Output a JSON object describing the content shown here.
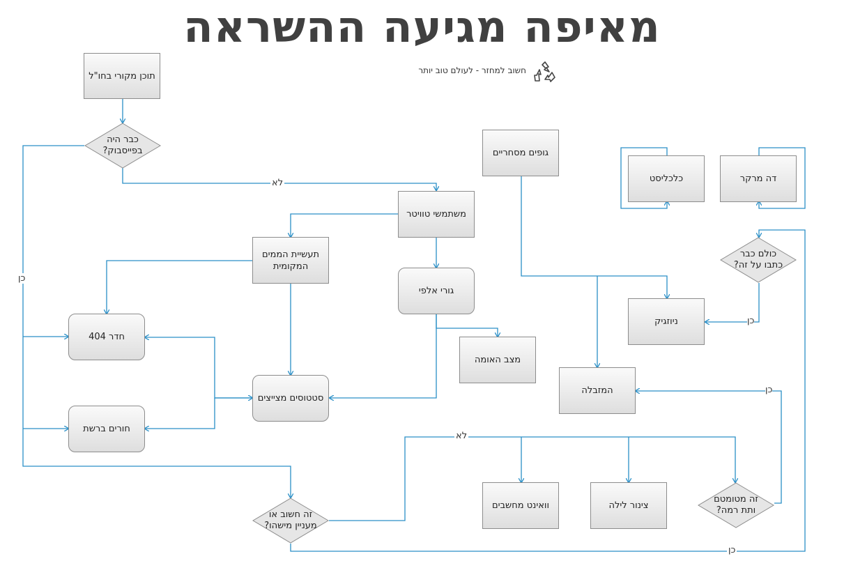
{
  "title": "מאיפה מגיעה ההשראה",
  "subtitle": "חשוב למחזר - לעולם טוב יותר",
  "icons": {
    "recycle": "recycle-icon"
  },
  "colors": {
    "edge": "#2a8fc7",
    "title": "#404040"
  },
  "nodes": {
    "foreign_content": "תוכן מקורי בחו\"ל",
    "was_on_facebook": "כבר היה בפייסבוק?",
    "twitter_users": "משתמשי טוויטר",
    "local_memes": "תעשיית הממים המקומית",
    "guri_alfi": "גורי אלפי",
    "room_404": "חדר 404",
    "state_of_nation": "מצב האומה",
    "flaunting_statuses": "סטטוסים מצייצים",
    "web_holes": "חורים ברשת",
    "important_or_interesting": "זה חשוב או מעניין מישהו?",
    "commercial_bodies": "גופים מסחריים",
    "economist": "כלכליסט",
    "the_marker": "דה מרקר",
    "already_written": "כולם כבר כתבו על זה?",
    "nuzhik": "ניוזגיק",
    "garbage": "המזבלה",
    "is_it_stupid": "זה מטומטם ותת רמה?",
    "night_pipe": "צינור לילה",
    "waint_computers": "וואינט מחשבים"
  },
  "edge_labels": {
    "no_1": "לא",
    "yes_1": "כן",
    "no_2": "לא",
    "yes_2": "כן",
    "yes_3": "כן",
    "yes_4": "כן"
  }
}
